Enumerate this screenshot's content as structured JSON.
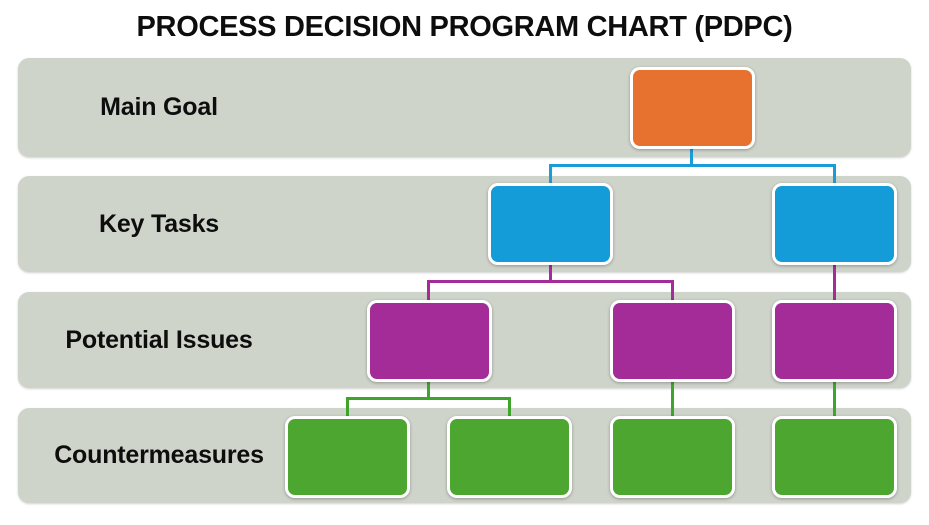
{
  "title": "PROCESS DECISION PROGRAM CHART (PDPC)",
  "rows": [
    {
      "id": "main-goal",
      "label": "Main Goal",
      "color": "#E7722F",
      "box_count": 1
    },
    {
      "id": "key-tasks",
      "label": "Key Tasks",
      "color": "#149CD8",
      "box_count": 2
    },
    {
      "id": "potential-issues",
      "label": "Potential Issues",
      "color": "#A32C98",
      "box_count": 3
    },
    {
      "id": "countermeasures",
      "label": "Countermeasures",
      "color": "#4DA62F",
      "box_count": 4
    }
  ],
  "connections": [
    "Main Goal -> Key Task 1",
    "Main Goal -> Key Task 2",
    "Key Task 1 -> Potential Issue 1",
    "Key Task 1 -> Potential Issue 2",
    "Key Task 2 -> Potential Issue 3",
    "Potential Issue 1 -> Countermeasure 1",
    "Potential Issue 1 -> Countermeasure 2",
    "Potential Issue 2 -> Countermeasure 3",
    "Potential Issue 3 -> Countermeasure 4"
  ],
  "colors": {
    "page_background": "#FFFFFF",
    "band_background": "#CFD4CB",
    "connector_blue": "#1A9CD8",
    "connector_purple": "#A32C98",
    "connector_green": "#3FA42B",
    "text": "#0D0D0D"
  }
}
